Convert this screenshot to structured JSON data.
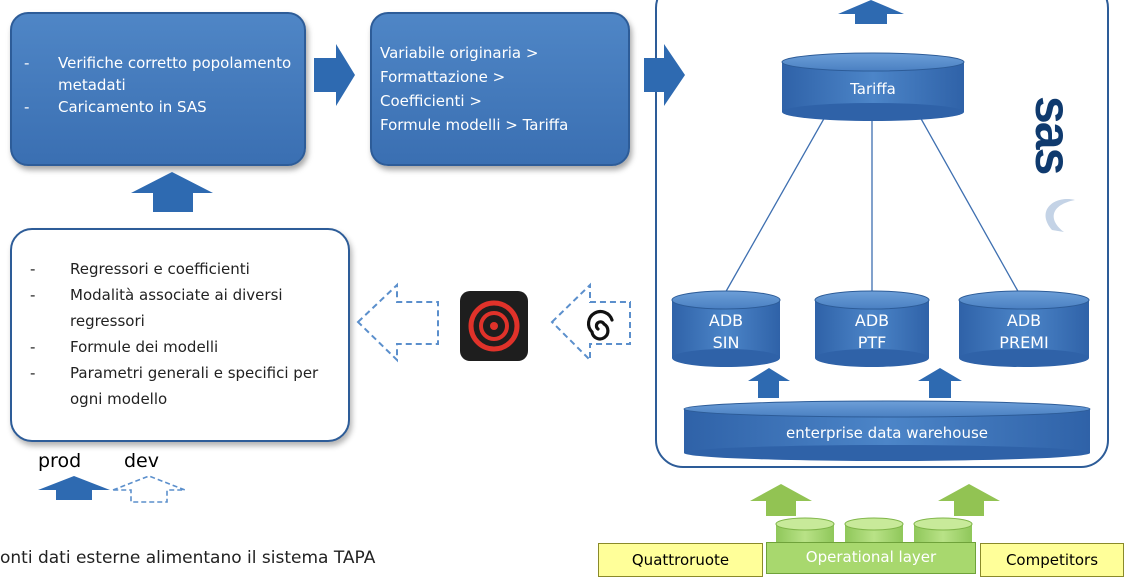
{
  "process_box": {
    "items": [
      "Verifiche corretto popolamento metadati",
      "Caricamento in SAS"
    ]
  },
  "formula_box": {
    "lines": [
      "Variabile originaria  >",
      "Formattazione >",
      "Coefficienti >",
      "Formule modelli > Tariffa"
    ]
  },
  "definition_box": {
    "items": [
      "Regressori e coefficienti",
      "Modalità associate ai diversi regressori",
      "Formule dei modelli",
      "Parametri generali e specifici per ogni modello"
    ]
  },
  "sas_panel": {
    "logo_text": "sas",
    "tariffa": "Tariffa",
    "adb": [
      {
        "line1": "ADB",
        "line2": "SIN"
      },
      {
        "line1": "ADB",
        "line2": "PTF"
      },
      {
        "line1": "ADB",
        "line2": "PREMI"
      }
    ],
    "warehouse": "enterprise data warehouse"
  },
  "legend": {
    "prod": "prod",
    "dev": "dev"
  },
  "caption": "onti dati esterne alimentano il sistema TAPA",
  "sources": {
    "left": "Quattroruote",
    "center": "Operational layer",
    "right": "Competitors"
  },
  "colors": {
    "box_blue": "#3f77ba",
    "box_border": "#2d5c98",
    "arrow_blue": "#2e6ab1",
    "arrow_green": "#92c353",
    "source_yellow": "#ffff99",
    "operational_green": "#a8d86e"
  }
}
